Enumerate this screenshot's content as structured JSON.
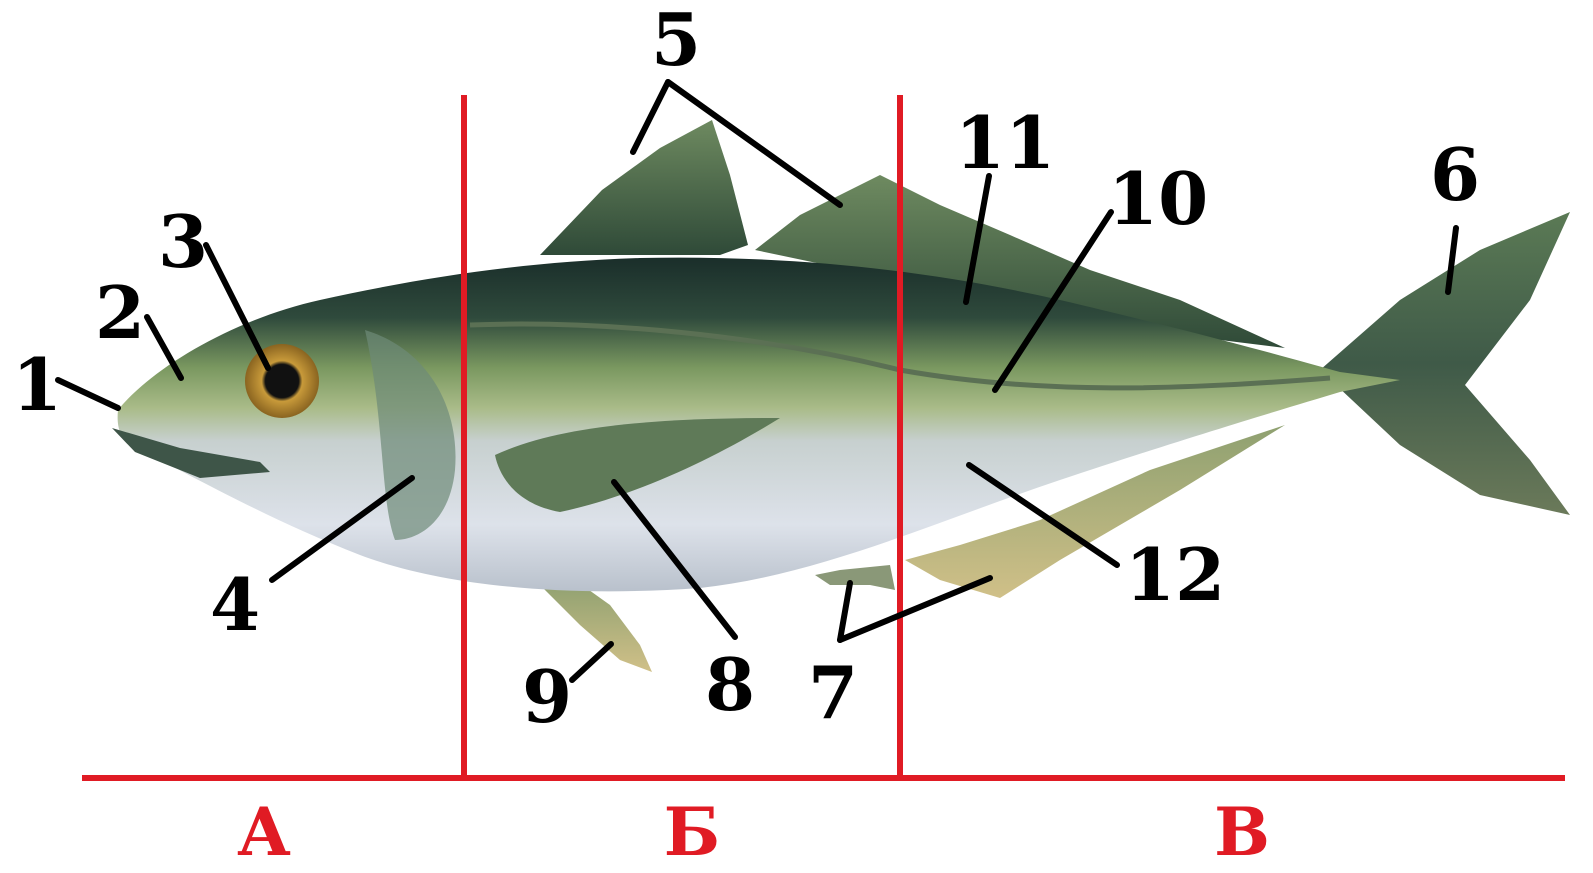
{
  "part_labels": {
    "l1": "1",
    "l2": "2",
    "l3": "3",
    "l4": "4",
    "l5": "5",
    "l6": "6",
    "l7": "7",
    "l8": "8",
    "l9": "9",
    "l10": "10",
    "l11": "11",
    "l12": "12"
  },
  "section_labels": {
    "a": "А",
    "b": "Б",
    "v": "В"
  },
  "colors": {
    "divider": "#e01b24",
    "leader": "#000000",
    "section_text": "#e01b24"
  }
}
